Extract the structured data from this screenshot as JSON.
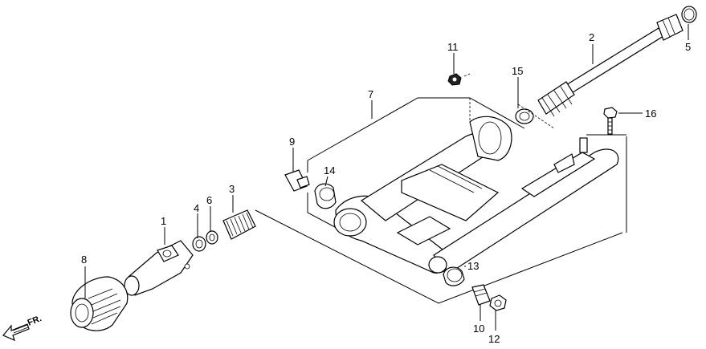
{
  "callouts": {
    "c1": "1",
    "c2": "2",
    "c3": "3",
    "c4": "4",
    "c5": "5",
    "c6": "6",
    "c7": "7",
    "c8": "8",
    "c9": "9",
    "c10": "10",
    "c11": "11",
    "c12": "12",
    "c13": "13",
    "c14": "14",
    "c15": "15",
    "c16": "16"
  },
  "direction_label": "FR.",
  "icons": {
    "direction": "front-arrow-icon"
  }
}
